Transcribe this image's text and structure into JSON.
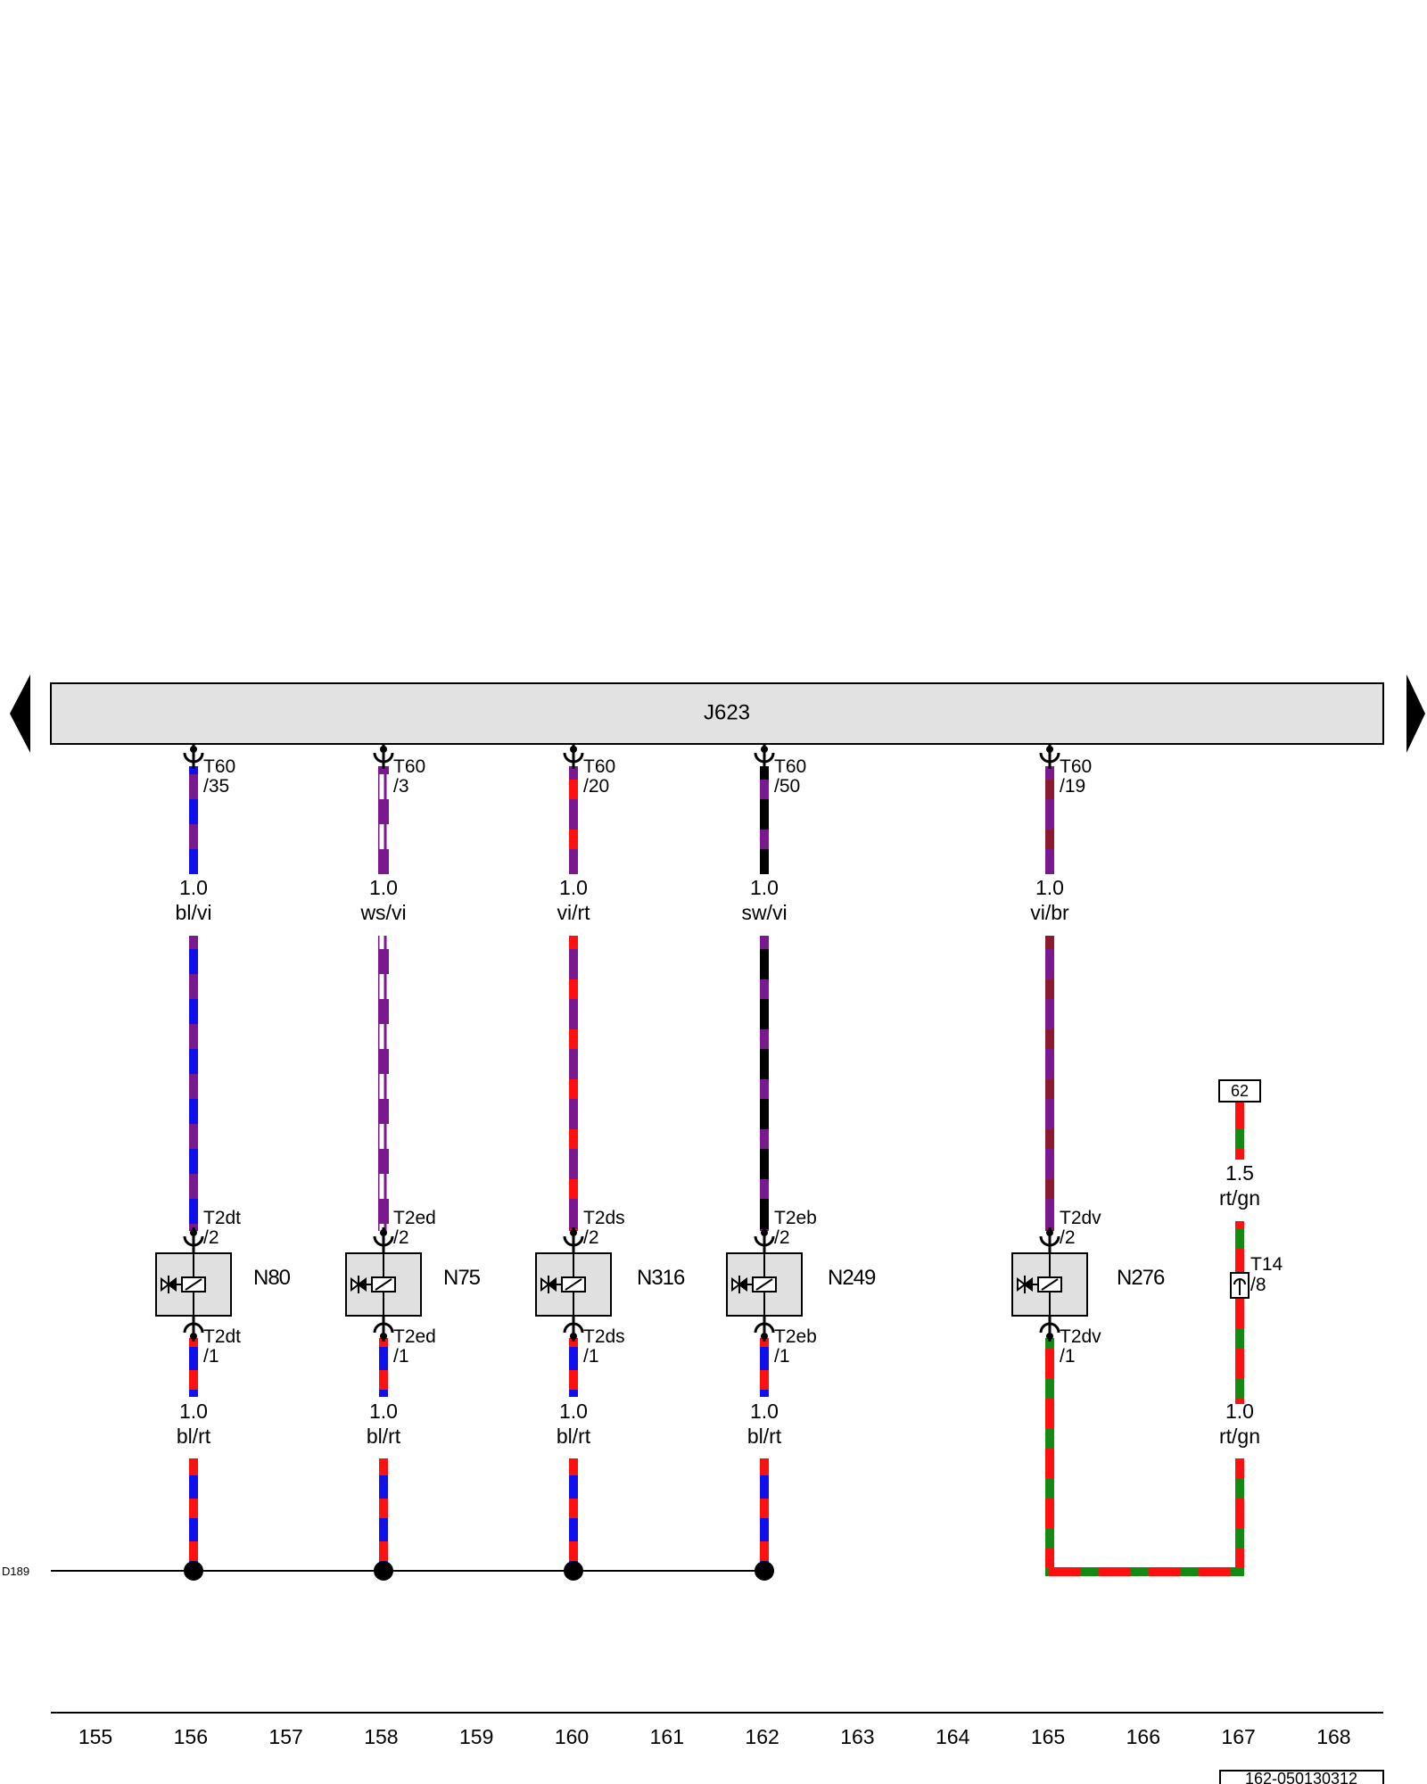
{
  "ecu": {
    "label": "J623"
  },
  "ground": {
    "label": "D189"
  },
  "ref_box": {
    "label": "62"
  },
  "doc_code": "162-050130312",
  "column_numbers": [
    "155",
    "156",
    "157",
    "158",
    "159",
    "160",
    "161",
    "162",
    "163",
    "164",
    "165",
    "166",
    "167",
    "168"
  ],
  "colors": {
    "bl": "#1010ee",
    "vi": "#7a1890",
    "vi_br": "#8b1a30",
    "ws": "#ffffff",
    "rt": "#ff1010",
    "sw": "#000000",
    "gn": "#148a14",
    "ecu_fill": "#e2e2e2",
    "comp_fill": "#e0e0e0"
  },
  "wires": [
    {
      "id": "n80",
      "top_pin": [
        "T60",
        "/35"
      ],
      "top_gauge": "1.0",
      "top_color": "bl/vi",
      "comp_pin_top": [
        "T2dt",
        "/2"
      ],
      "component": "N80",
      "comp_pin_bot": [
        "T2dt",
        "/1"
      ],
      "bot_gauge": "1.0",
      "bot_color": "bl/rt",
      "icon": "valve-icon"
    },
    {
      "id": "n75",
      "top_pin": [
        "T60",
        "/3"
      ],
      "top_gauge": "1.0",
      "top_color": "ws/vi",
      "comp_pin_top": [
        "T2ed",
        "/2"
      ],
      "component": "N75",
      "comp_pin_bot": [
        "T2ed",
        "/1"
      ],
      "bot_gauge": "1.0",
      "bot_color": "bl/rt",
      "icon": "valve-icon"
    },
    {
      "id": "n316",
      "top_pin": [
        "T60",
        "/20"
      ],
      "top_gauge": "1.0",
      "top_color": "vi/rt",
      "comp_pin_top": [
        "T2ds",
        "/2"
      ],
      "component": "N316",
      "comp_pin_bot": [
        "T2ds",
        "/1"
      ],
      "bot_gauge": "1.0",
      "bot_color": "bl/rt",
      "icon": "valve-icon"
    },
    {
      "id": "n249",
      "top_pin": [
        "T60",
        "/50"
      ],
      "top_gauge": "1.0",
      "top_color": "sw/vi",
      "comp_pin_top": [
        "T2eb",
        "/2"
      ],
      "component": "N249",
      "comp_pin_bot": [
        "T2eb",
        "/1"
      ],
      "bot_gauge": "1.0",
      "bot_color": "bl/rt",
      "icon": "valve-icon"
    },
    {
      "id": "n276",
      "top_pin": [
        "T60",
        "/19"
      ],
      "top_gauge": "1.0",
      "top_color": "vi/br",
      "comp_pin_top": [
        "T2dv",
        "/2"
      ],
      "component": "N276",
      "comp_pin_bot": [
        "T2dv",
        "/1"
      ],
      "icon": "valve-icon"
    }
  ],
  "supply": {
    "gauge_top": "1.5",
    "color_top": "rt/gn",
    "connector": [
      "T14",
      "/8"
    ],
    "gauge_bot": "1.0",
    "color_bot": "rt/gn"
  }
}
